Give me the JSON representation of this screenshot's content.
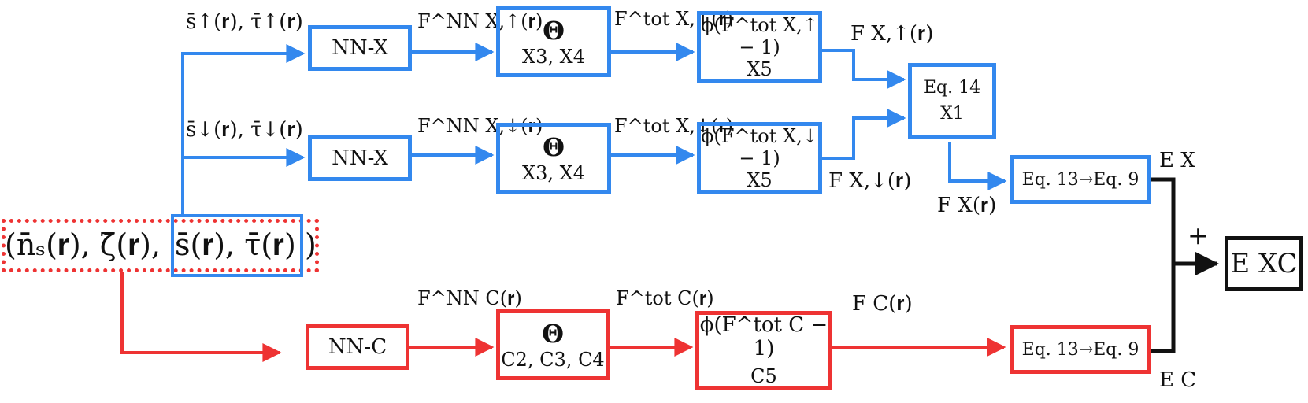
{
  "input": {
    "left_part": "(n̄ₛ(𝐫), ζ̄(𝐫),",
    "right_part": "s̄(𝐫), τ̄(𝐫)",
    "close": ")"
  },
  "labels": {
    "spin_up_inputs": "s̄↑(𝐫), τ̄↑(𝐫)",
    "spin_down_inputs": "s̄↓(𝐫), τ̄↓(𝐫)",
    "fnn_x_up": "F^NN X,↑(𝐫)",
    "fnn_x_down": "F^NN X,↓(𝐫)",
    "fnn_c": "F^NN C(𝐫)",
    "ftot_x_up": "F^tot X,↑(𝐫)",
    "ftot_x_down": "F^tot X,↓(𝐫)",
    "ftot_c": "F^tot C(𝐫)",
    "fx_up": "F X,↑(𝐫)",
    "fx_down": "F X,↓(𝐫)",
    "fx": "F X(𝐫)",
    "fc": "F C(𝐫)",
    "ex": "E X",
    "ec": "E C",
    "plus": "+"
  },
  "boxes": {
    "nnx_up": "NN-X",
    "nnx_down": "NN-X",
    "nnc": "NN-C",
    "theta_symbol": "Θ",
    "theta_x_up_sub": "X3, X4",
    "theta_x_down_sub": "X3, X4",
    "theta_c_sub": "C2, C3, C4",
    "phi_x_up": "ϕ(F^tot X,↑ − 1)",
    "phi_x_up_sub": "X5",
    "phi_x_down": "ϕ(F^tot X,↓ − 1)",
    "phi_x_down_sub": "X5",
    "phi_c": "ϕ(F^tot C − 1)",
    "phi_c_sub": "C5",
    "eq14": "Eq. 14",
    "eq14_sub": "X1",
    "eq13_x": "Eq. 13→Eq. 9",
    "eq13_c": "Eq. 13→Eq. 9",
    "exc": "E XC"
  },
  "colors": {
    "exchange": "#3388ee",
    "correlation": "#ee3333",
    "combine": "#111111"
  }
}
